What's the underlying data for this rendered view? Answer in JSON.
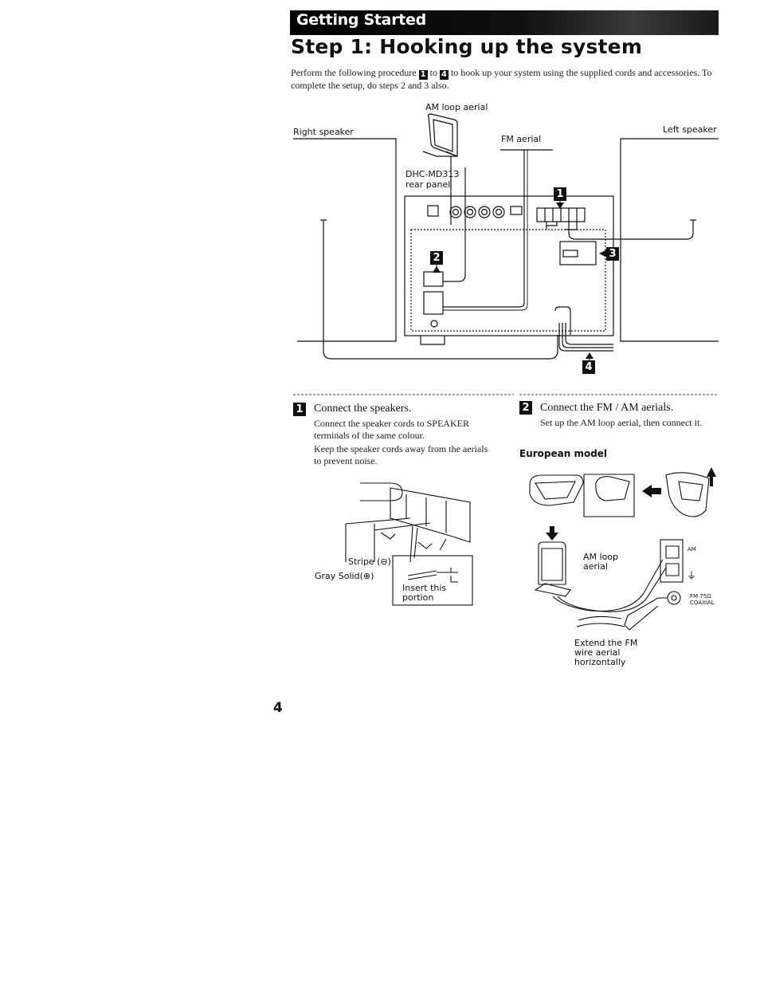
{
  "header": {
    "section": "Getting Started",
    "title": "Step 1: Hooking up the system",
    "intro_before": "Perform the following procedure",
    "intro_num_a": "1",
    "intro_to": "to",
    "intro_num_b": "4",
    "intro_after": "to hook up your system using the supplied cords and accessories. To complete the setup, do steps 2 and 3 also."
  },
  "diagram": {
    "am_loop_aerial": "AM loop aerial",
    "right_speaker": "Right speaker",
    "left_speaker": "Left speaker",
    "fm_aerial": "FM aerial",
    "model": "DHC-MD313",
    "rear_panel": "rear panel",
    "callouts": [
      "1",
      "2",
      "3",
      "4"
    ]
  },
  "steps": [
    {
      "num": "1",
      "title": "Connect the speakers.",
      "body1": "Connect the speaker cords to SPEAKER terminals of the same colour.",
      "body2": "Keep the speaker cords away from the aerials to prevent noise."
    },
    {
      "num": "2",
      "title": "Connect the FM / AM aerials.",
      "body1": "Set up the AM loop aerial, then connect it."
    }
  ],
  "speaker_illustration": {
    "stripe": "Stripe (⊖)",
    "gray_solid": "Gray Solid(⊕)",
    "insert_line1": "Insert this",
    "insert_line2": "portion"
  },
  "european": {
    "heading": "European model",
    "am_loop_line1": "AM loop",
    "am_loop_line2": "aerial",
    "am_terminal": "AM",
    "fm_terminal_line1": "FM 75Ω",
    "fm_terminal_line2": "COAXIAL",
    "extend_line1": "Extend the FM",
    "extend_line2": "wire aerial",
    "extend_line3": "horizontally"
  },
  "page_number": "4"
}
